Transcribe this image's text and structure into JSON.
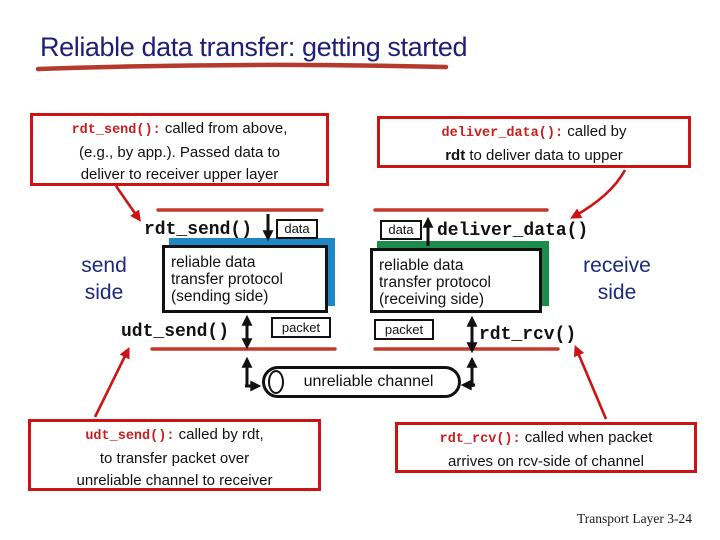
{
  "slide": {
    "title": "Reliable data transfer: getting started",
    "footer": "Transport Layer 3-24"
  },
  "colors": {
    "title_navy": "#1e1e74",
    "side_label_navy": "#1b2a7e",
    "callout_border_red": "#cc1414",
    "code_red": "#c81e1e",
    "marker_line_red": "#c23a2c",
    "sender_shadow_blue": "#1e87c4",
    "receiver_shadow_green": "#1b8c4a",
    "diagram_black": "#111111"
  },
  "callouts": {
    "top_left": {
      "code": "rdt_send():",
      "rest": " called from above,",
      "line2": "(e.g., by app.). Passed data to",
      "line3": "deliver to receiver upper layer"
    },
    "top_right": {
      "code": "deliver_data():",
      "rest": " called by",
      "line2_bold": "rdt",
      "line2_rest": " to deliver data to upper"
    },
    "bottom_left": {
      "code": "udt_send():",
      "rest": " called by rdt,",
      "line2": "to transfer packet over",
      "line3": "unreliable channel to receiver"
    },
    "bottom_right": {
      "code": "rdt_rcv():",
      "rest": " called when packet",
      "line2": "arrives on rcv-side of channel"
    }
  },
  "diagram": {
    "send_side": {
      "line1": "send",
      "line2": "side"
    },
    "receive_side": {
      "line1": "receive",
      "line2": "side"
    },
    "rdt_send_label": "rdt_send()",
    "deliver_data_label": "deliver_data()",
    "udt_send_label": "udt_send()",
    "rdt_rcv_label": "rdt_rcv()",
    "data_label": "data",
    "packet_label": "packet",
    "sender_box": {
      "line1": "reliable data",
      "line2": "transfer protocol",
      "line3": "(sending side)"
    },
    "receiver_box": {
      "line1": "reliable data",
      "line2": "transfer protocol",
      "line3": "(receiving side)"
    },
    "channel_label": "unreliable channel"
  }
}
